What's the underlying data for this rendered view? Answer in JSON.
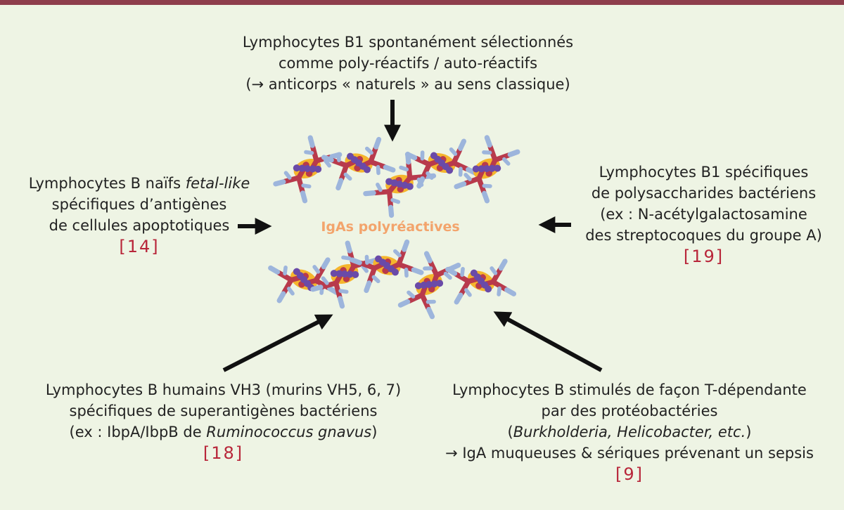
{
  "colors": {
    "top_bar": "#8e3e4c",
    "background": "#eef4e4",
    "reference": "#b8263a",
    "center_label": "#f3a46c",
    "antibody_red": "#b83a4c",
    "antibody_blue": "#9db5dc",
    "antigen_purple": "#6a4aa8",
    "joining_yellow": "#f5b52c"
  },
  "center": {
    "label": "IgAs polyréactives"
  },
  "top_box": {
    "line1": "Lymphocytes B1 spontanément sélectionnés",
    "line2": "comme poly-réactifs / auto-réactifs",
    "line3": "(→ anticorps « naturels » au sens classique)"
  },
  "left_box": {
    "line1_a": "Lymphocytes B naïfs ",
    "line1_b": "fetal-like",
    "line2": "spécifiques d’antigènes",
    "line3": "de cellules apoptotiques",
    "ref": "[14]"
  },
  "right_box": {
    "line1": "Lymphocytes B1 spécifiques",
    "line2": "de polysaccharides bactériens",
    "line3": "(ex : N-acétylgalactosamine",
    "line4": "des streptocoques du groupe A)",
    "ref": "[19]"
  },
  "bottom_left_box": {
    "line1": "Lymphocytes B humains VH3 (murins VH5, 6, 7)",
    "line2": "spécifiques de superantigènes bactériens",
    "line3_a": "(ex :  IbpA/IbpB de ",
    "line3_b": "Ruminococcus gnavus",
    "line3_c": ")",
    "ref": "[18]"
  },
  "bottom_right_box": {
    "line1": "Lymphocytes B stimulés de façon T-dépendante",
    "line2": "par des protéobactéries",
    "line3_a": "(",
    "line3_b": "Burkholderia, Helicobacter, etc.",
    "line3_c": ")",
    "line4": "→ IgA muqueuses & sériques prévenant un sepsis",
    "ref": "[9]"
  }
}
